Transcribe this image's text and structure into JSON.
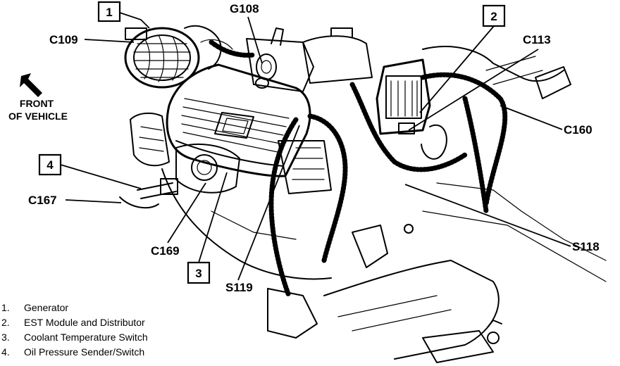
{
  "direction": {
    "line1": "FRONT",
    "line2": "OF VEHICLE"
  },
  "callouts": {
    "n1": "1",
    "n2": "2",
    "n3": "3",
    "n4": "4"
  },
  "connectors": {
    "c109": "C109",
    "g108": "G108",
    "c113": "C113",
    "c160": "C160",
    "c167": "C167",
    "c169": "C169",
    "s118": "S118",
    "s119": "S119"
  },
  "legend": [
    {
      "num": "1.",
      "text": "Generator"
    },
    {
      "num": "2.",
      "text": "EST Module and Distributor"
    },
    {
      "num": "3.",
      "text": "Coolant Temperature Switch"
    },
    {
      "num": "4.",
      "text": "Oil Pressure Sender/Switch"
    }
  ]
}
